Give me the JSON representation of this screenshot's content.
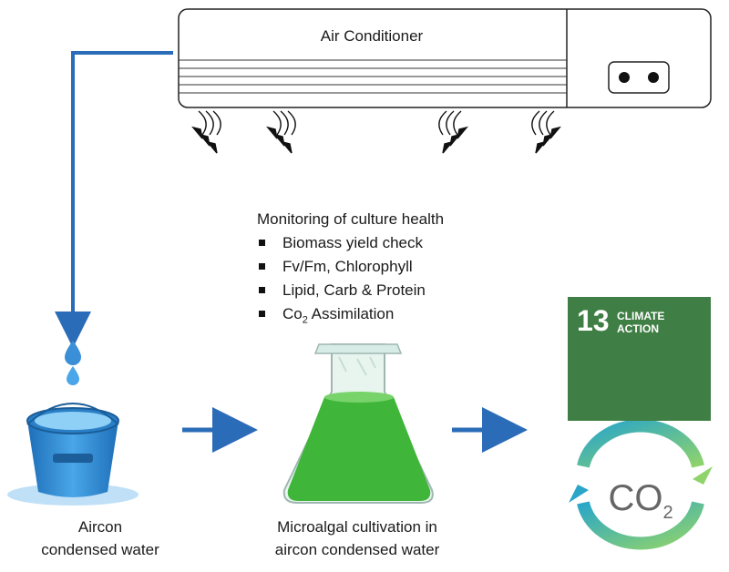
{
  "air_conditioner": {
    "label": "Air Conditioner"
  },
  "monitoring": {
    "title": "Monitoring of culture health",
    "items": [
      "Biomass yield check",
      "Fv/Fm, Chlorophyll",
      "Lipid, Carb & Protein"
    ],
    "co2_item": {
      "main": "Co",
      "sub": "2",
      "rest": " Assimilation"
    }
  },
  "captions": {
    "water_line1": "Aircon",
    "water_line2": "condensed water",
    "micro_line1": "Microalgal cultivation in",
    "micro_line2": "aircon condensed water"
  },
  "sdg": {
    "number": "13",
    "line1": "CLIMATE",
    "line2": "ACTION"
  },
  "co2_logo": {
    "main": "CO",
    "sub": "2"
  },
  "colors": {
    "arrow": "#2b6cb8",
    "sdg_green": "#3f7e44",
    "water": "#3a8fd6",
    "algae": "#3fb53a"
  }
}
